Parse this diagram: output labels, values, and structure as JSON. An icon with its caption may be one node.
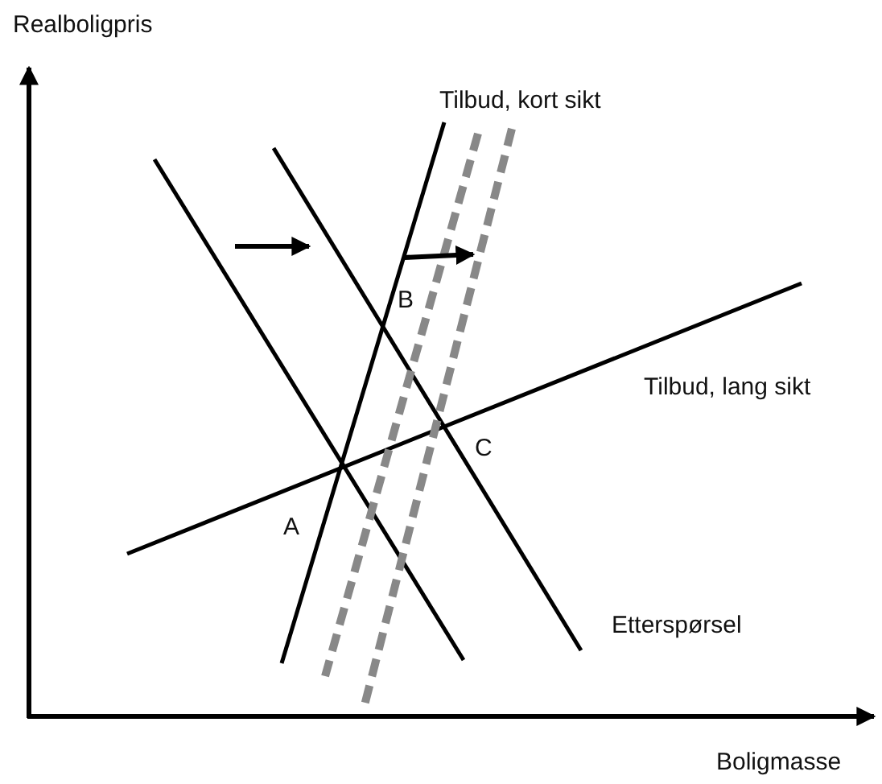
{
  "diagram": {
    "labels": [
      "Realboligpris",
      "Tilbud, kort sikt",
      "B",
      "Tilbud, lang sikt",
      "C",
      "A",
      "Etterspørsel",
      "Boligmasse"
    ]
  }
}
